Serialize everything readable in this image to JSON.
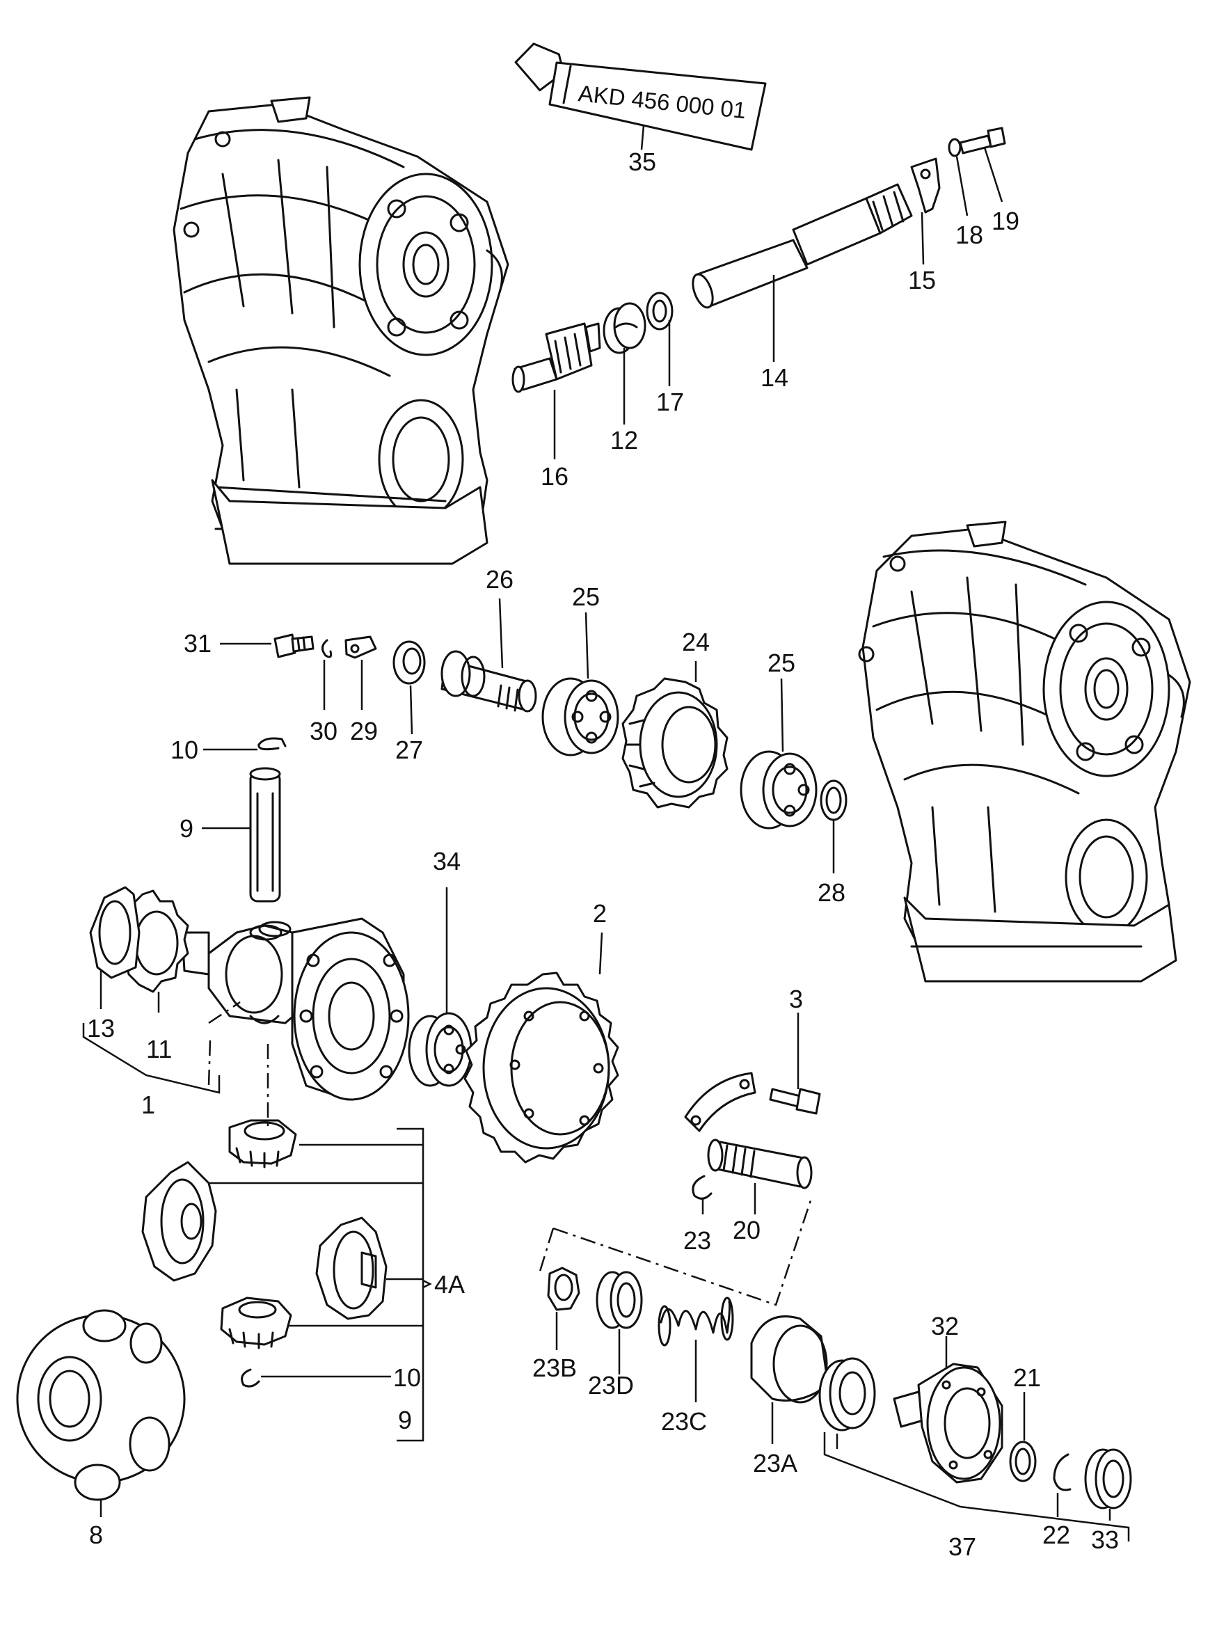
{
  "figure": {
    "tube_text": "AKD 456 000 01"
  },
  "callouts": {
    "n1": "1",
    "n2": "2",
    "n3": "3",
    "n4a": "4A",
    "n8": "8",
    "n9_top": "9",
    "n9_bot": "9",
    "n10_top": "10",
    "n10_bot": "10",
    "n11": "11",
    "n12": "12",
    "n13": "13",
    "n14": "14",
    "n15": "15",
    "n16": "16",
    "n17": "17",
    "n18": "18",
    "n19": "19",
    "n20": "20",
    "n21": "21",
    "n22": "22",
    "n23": "23",
    "n23a": "23A",
    "n23b": "23B",
    "n23c": "23C",
    "n23d": "23D",
    "n24": "24",
    "n25a": "25",
    "n25b": "25",
    "n26": "26",
    "n27": "27",
    "n28": "28",
    "n29": "29",
    "n30": "30",
    "n31": "31",
    "n32": "32",
    "n33": "33",
    "n34": "34",
    "n35": "35",
    "n37": "37"
  }
}
